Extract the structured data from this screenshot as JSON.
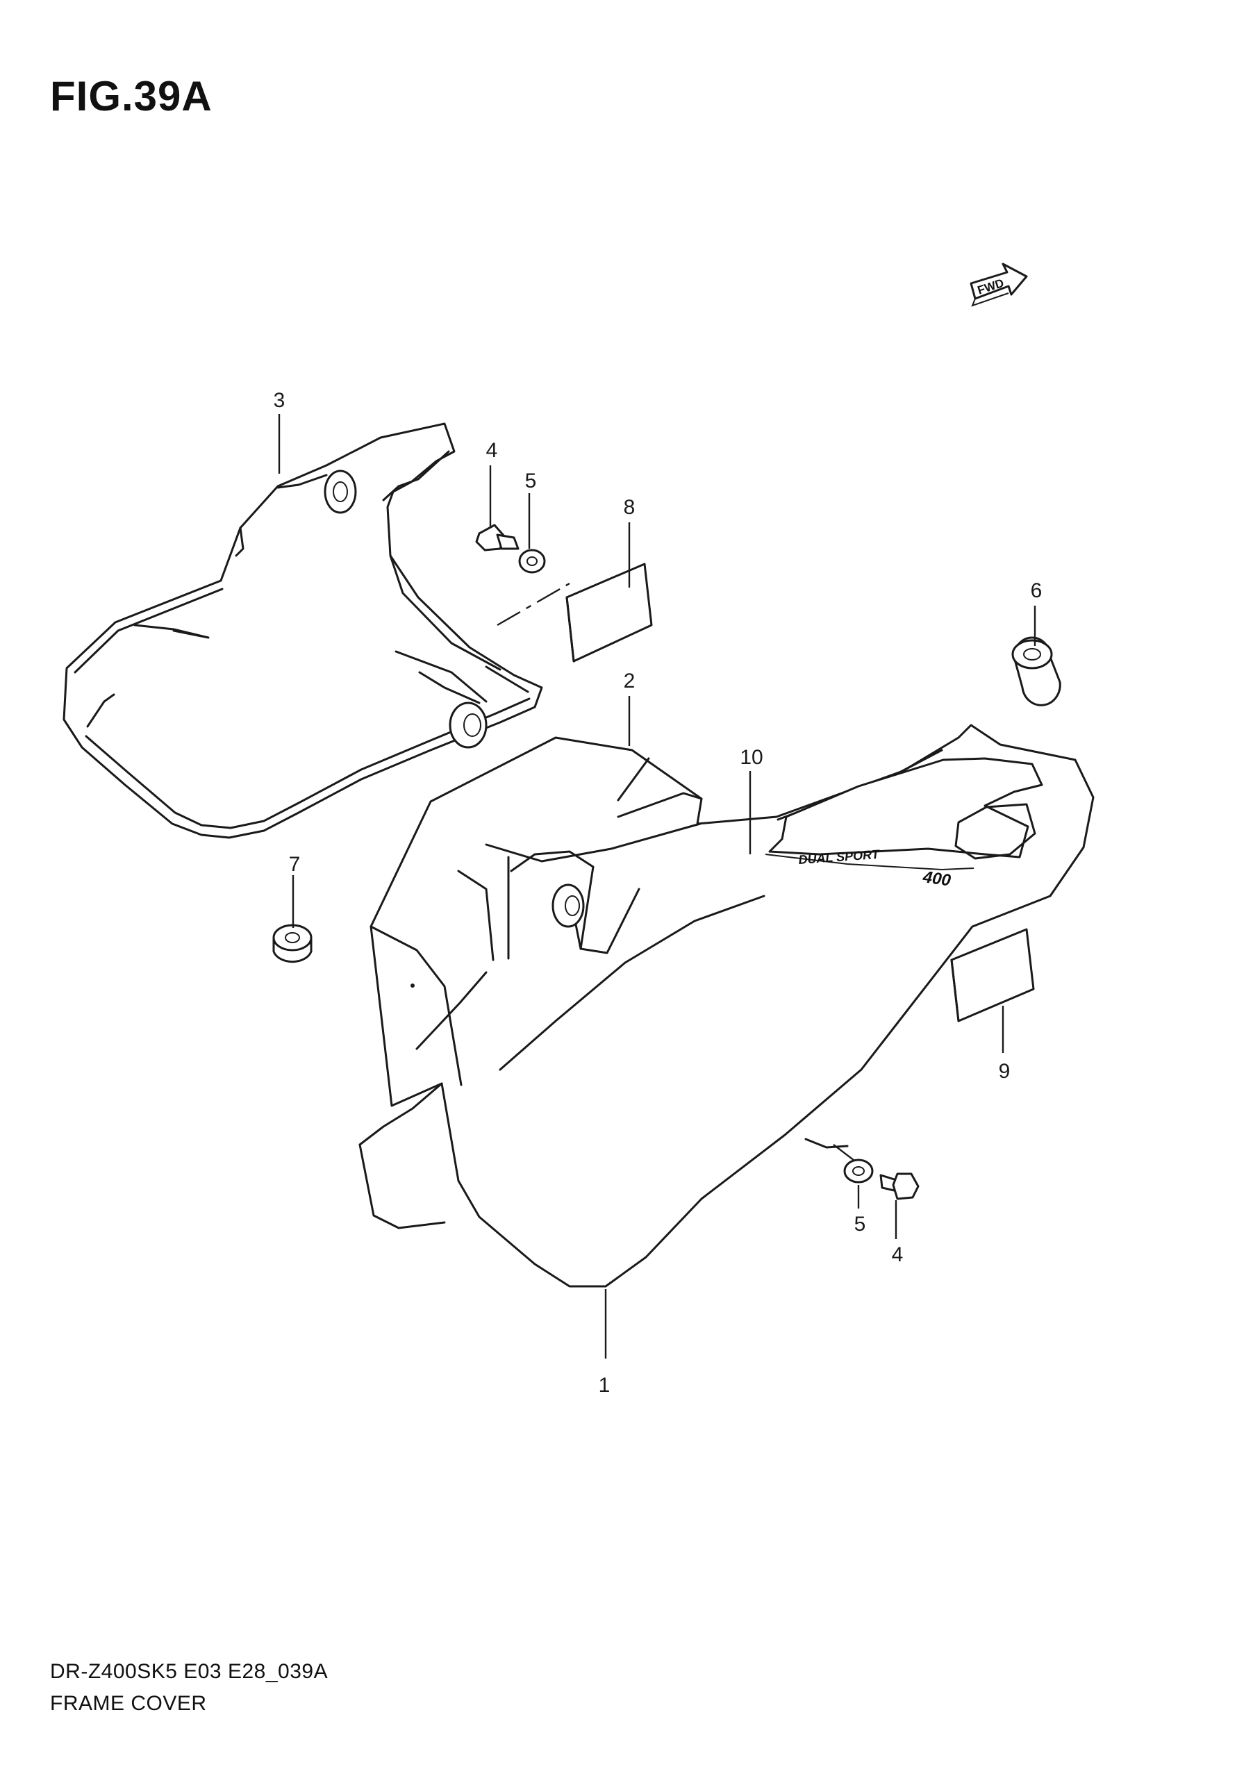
{
  "figure": {
    "title": "FIG.39A",
    "fwd_label": "FWD"
  },
  "footer": {
    "model_code": "DR-Z400SK5 E03 E28_039A",
    "section_name": "FRAME COVER"
  },
  "callouts": [
    {
      "id": "c3",
      "label": "3"
    },
    {
      "id": "c4a",
      "label": "4"
    },
    {
      "id": "c5a",
      "label": "5"
    },
    {
      "id": "c8",
      "label": "8"
    },
    {
      "id": "c6",
      "label": "6"
    },
    {
      "id": "c2",
      "label": "2"
    },
    {
      "id": "c10",
      "label": "10"
    },
    {
      "id": "c7",
      "label": "7"
    },
    {
      "id": "c9",
      "label": "9"
    },
    {
      "id": "c5b",
      "label": "5"
    },
    {
      "id": "c4b",
      "label": "4"
    },
    {
      "id": "c1",
      "label": "1"
    }
  ],
  "decal": {
    "text": "DUAL SPORT",
    "number": "400"
  }
}
